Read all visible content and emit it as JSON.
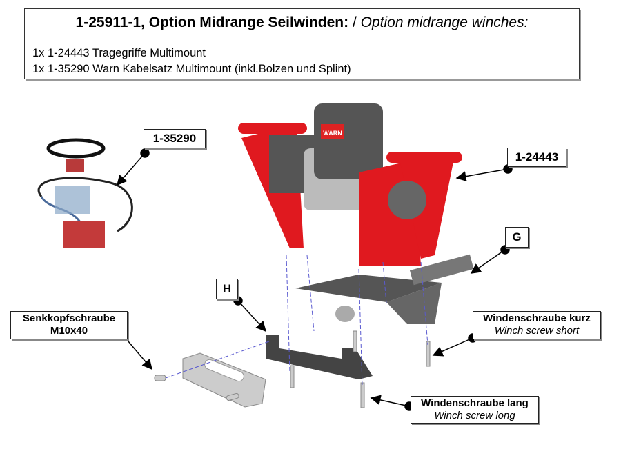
{
  "header": {
    "title_bold": "1-25911-1, Option Midrange Seilwinden:",
    "title_sep": " / ",
    "title_italic": "Option midrange winches:",
    "items": [
      "1x 1-24443 Tragegriffe Multimount",
      "1x 1-35290 Warn Kabelsatz Multimount (inkl.Bolzen und Splint)"
    ]
  },
  "callouts": {
    "cable_kit": "1-35290",
    "handles": "1-24443",
    "part_g": "G",
    "part_h": "H",
    "countersunk": {
      "de": "Senkkopfschraube",
      "spec": "M10x40"
    },
    "screw_short": {
      "de": "Windenschraube kurz",
      "en": "Winch screw short"
    },
    "screw_long": {
      "de": "Windenschraube lang",
      "en": "Winch screw long"
    }
  },
  "logo_text": "WARN",
  "colors": {
    "handle_red": "#e0191f",
    "part_gray": "#555555",
    "dash_blue": "#5a5ad0"
  }
}
